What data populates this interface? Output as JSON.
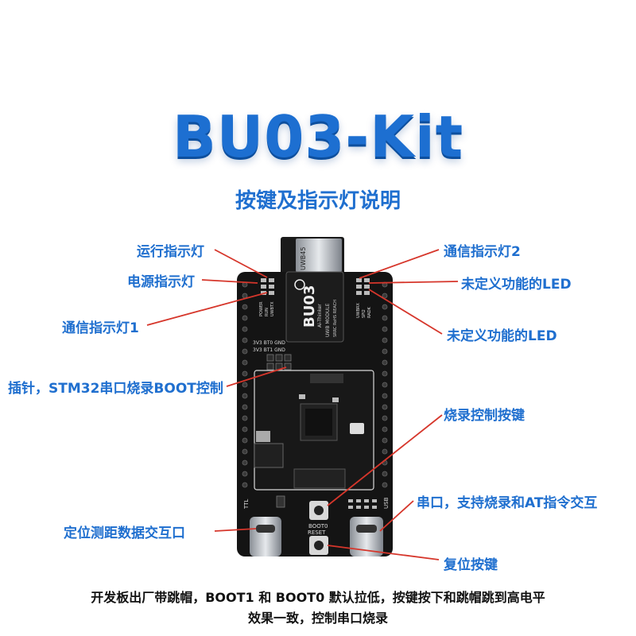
{
  "title": "BU03-Kit",
  "subtitle": "按键及指示灯说明",
  "labels": {
    "run_led": "运行指示灯",
    "power_led": "电源指示灯",
    "comm_led1": "通信指示灯1",
    "pins": "插针，STM32串口烧录BOOT控制",
    "positioning_port": "定位测距数据交互口",
    "comm_led2": "通信指示灯2",
    "undef_led1": "未定义功能的LED",
    "undef_led2": "未定义功能的LED",
    "burn_button": "烧录控制按键",
    "serial_port": "串口，支持烧录和AT指令交互",
    "reset_button": "复位按键"
  },
  "board": {
    "module_name": "BU03",
    "module_brand": "Ai-Thinker",
    "module_type": "UWB MODULE",
    "module_cert": "SRRC RoHS REACH",
    "antenna_label": "UWB45",
    "left_led_labels": [
      "POWER",
      "RUN",
      "UWBTX"
    ],
    "right_led_labels": [
      "UWBRX",
      "SPI2",
      "RADK"
    ],
    "header_row1": "3V3 BT0 GND",
    "header_row2": "3V3 BT1 GND",
    "ttl_label": "TTL",
    "usb_label": "USB",
    "boot_label": "BOOT0",
    "reset_label": "RESET"
  },
  "footer": {
    "line1": "开发板出厂带跳帽，BOOT1 和 BOOT0 默认拉低，按键按下和跳帽跳到高电平",
    "line2": "效果一致，控制串口烧录"
  },
  "colors": {
    "accent": "#1f6fcf",
    "leader_line": "#d6362b",
    "board": "#141414"
  }
}
